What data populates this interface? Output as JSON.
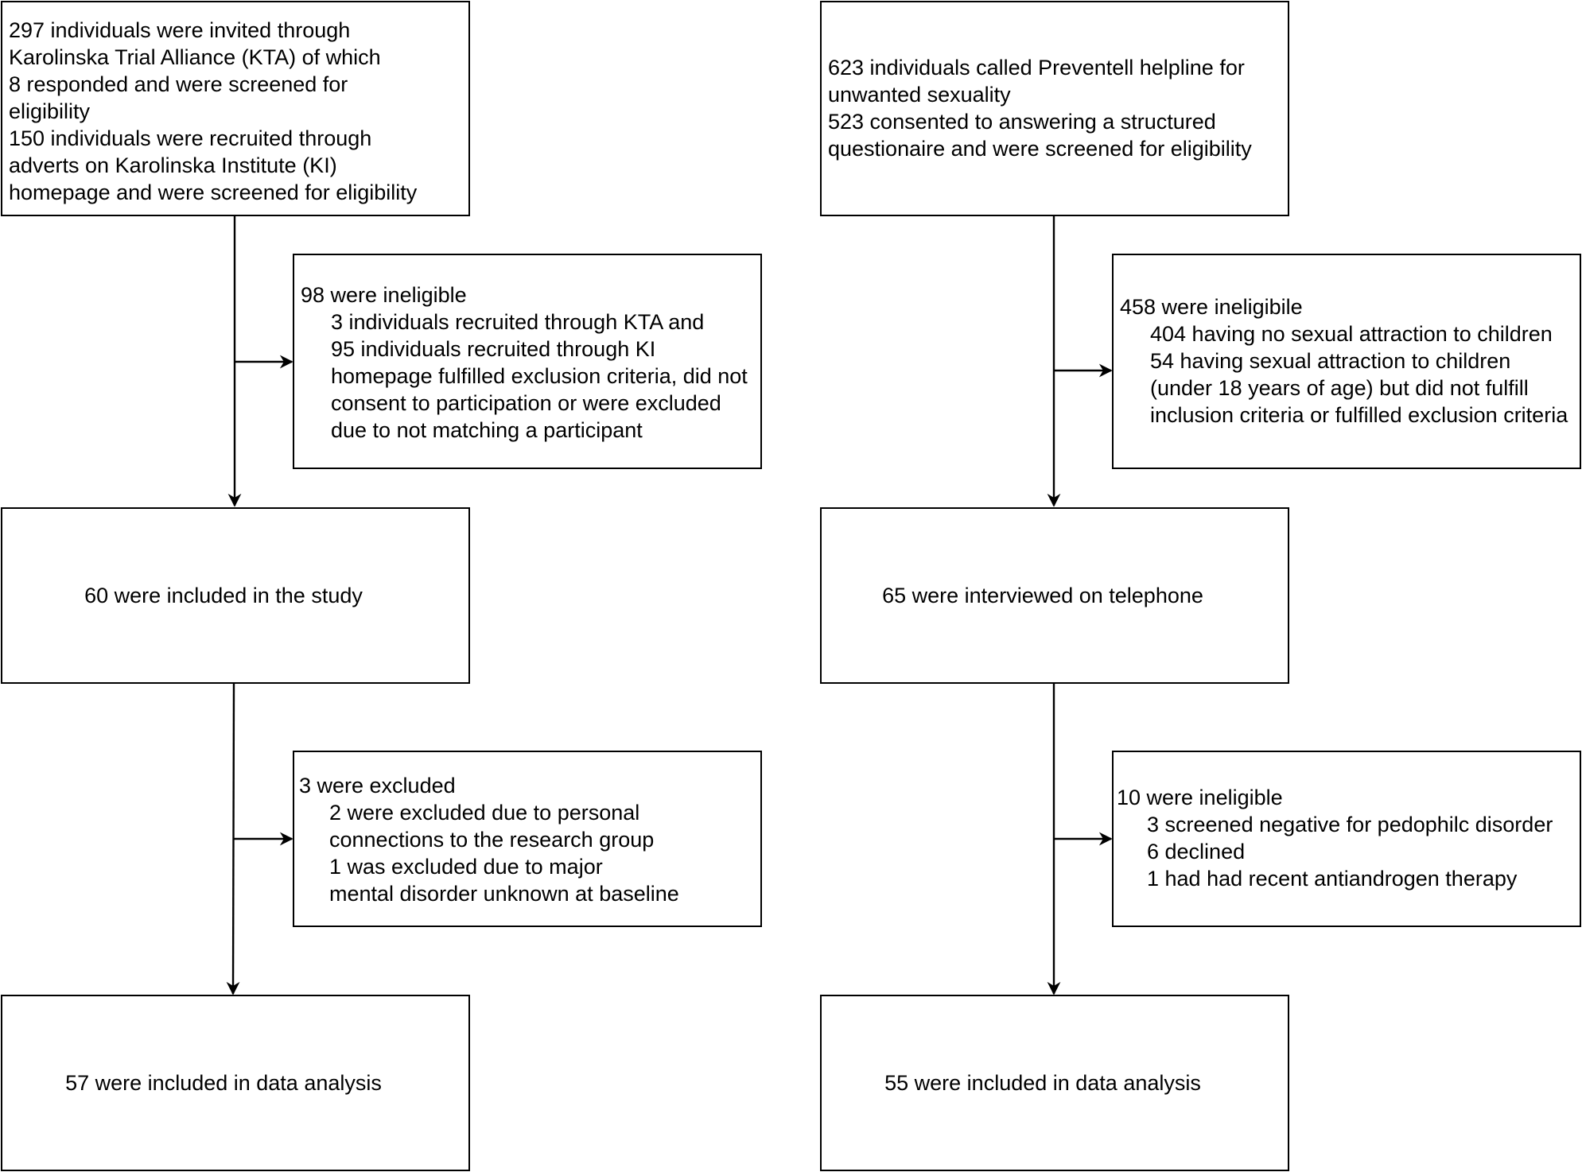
{
  "left": {
    "recruitment_lines": [
      "297 individuals were invited through",
      "Karolinska Trial Alliance (KTA) of which",
      "8 responded and were screened for",
      "eligibility",
      "150 individuals were recruited through",
      "adverts on Karolinska Institute (KI)",
      "homepage and were screened for eligibility"
    ],
    "ineligible_heading": "98 were ineligible",
    "ineligible_lines": [
      "3 individuals recruited through KTA and",
      "95 individuals recruited through KI",
      "homepage fulfilled exclusion criteria, did not",
      "consent to participation or were excluded",
      "due to not matching a participant"
    ],
    "included": "60 were included in the study",
    "excluded_heading": "3 were excluded",
    "excluded_lines": [
      "2 were excluded due to personal",
      "connections to the research group",
      "1 was excluded due to major",
      "mental disorder unknown at baseline"
    ],
    "analysis": "57 were included in data analysis"
  },
  "right": {
    "recruitment_lines": [
      "623 individuals called Preventell helpline for",
      "unwanted sexuality",
      "523 consented to answering a structured",
      "questionaire and were screened for eligibility"
    ],
    "ineligible_heading": "458 were ineligibile",
    "ineligible_lines": [
      "404 having no sexual attraction to children",
      "54 having sexual attraction to children",
      "(under 18 years of age) but did not fulfill",
      "inclusion criteria or fulfilled exclusion criteria"
    ],
    "interviewed": "65 were interviewed on telephone",
    "ineligible2_heading": "10 were ineligible",
    "ineligible2_lines": [
      "3 screened negative for pedophilc disorder",
      "6 declined",
      "1 had had recent antiandrogen therapy"
    ],
    "analysis": "55 were included in data analysis"
  }
}
